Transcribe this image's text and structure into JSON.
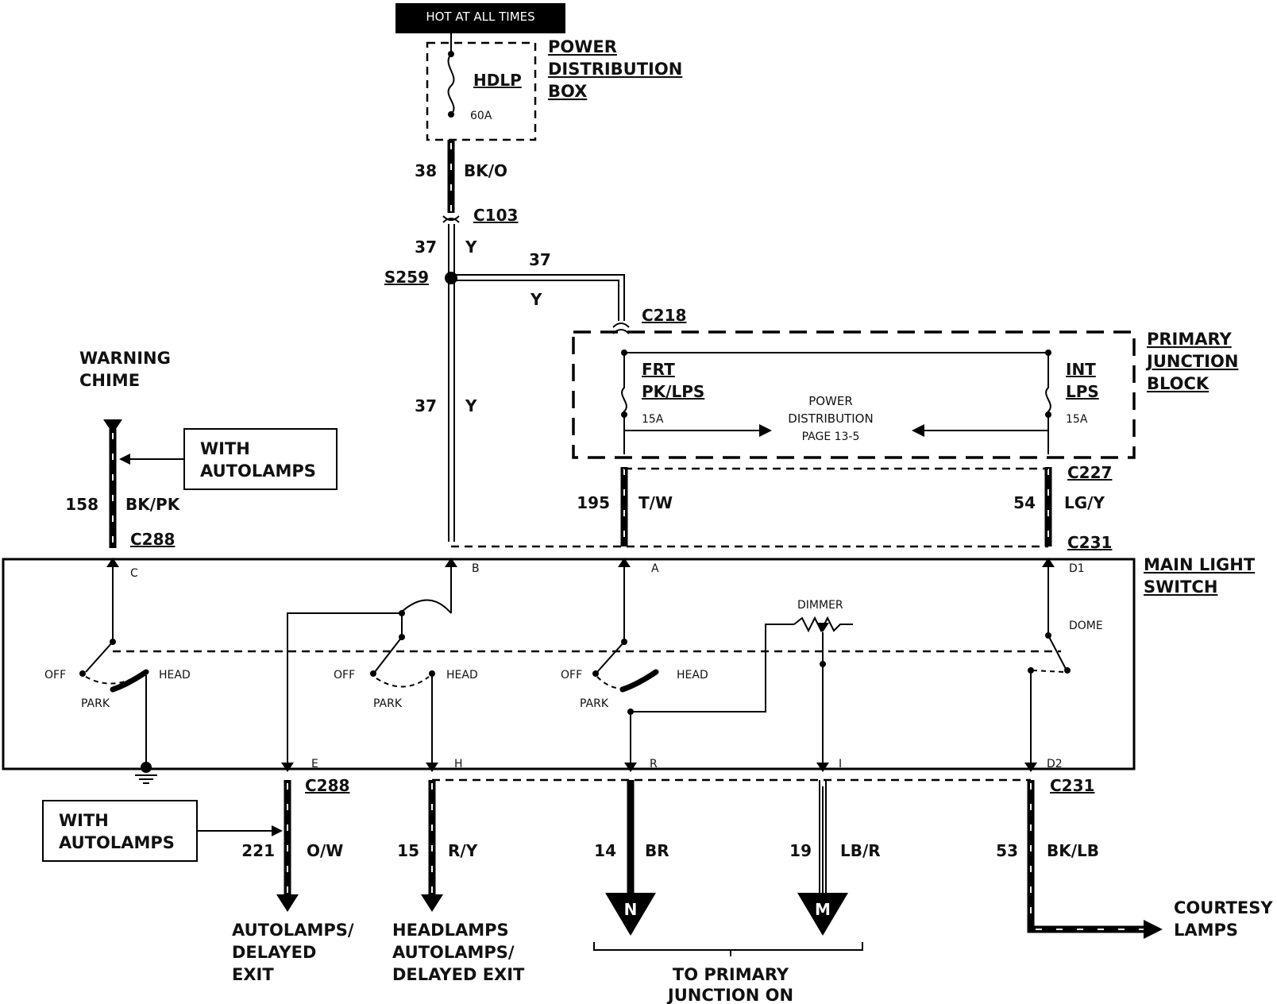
{
  "title_banner": "HOT AT ALL TIMES",
  "power_dist_box": {
    "label_1": "POWER",
    "label_2": "DISTRIBUTION",
    "label_3": "BOX",
    "fuse_name": "HDLP",
    "fuse_rating": "60A"
  },
  "wires": {
    "w38": {
      "num": "38",
      "color": "BK/O"
    },
    "w37a": {
      "num": "37",
      "color": "Y"
    },
    "w37b": {
      "num": "37",
      "color": "Y"
    },
    "w37c": {
      "num": "37",
      "color": "Y"
    },
    "w158": {
      "num": "158",
      "color": "BK/PK"
    },
    "w195": {
      "num": "195",
      "color": "T/W"
    },
    "w54": {
      "num": "54",
      "color": "LG/Y"
    },
    "w221": {
      "num": "221",
      "color": "O/W"
    },
    "w15": {
      "num": "15",
      "color": "R/Y"
    },
    "w14": {
      "num": "14",
      "color": "BR"
    },
    "w19": {
      "num": "19",
      "color": "LB/R"
    },
    "w53": {
      "num": "53",
      "color": "BK/LB"
    }
  },
  "connectors": {
    "c103": "C103",
    "s259": "S259",
    "c218": "C218",
    "c227": "C227",
    "c231_top": "C231",
    "c288_top": "C288",
    "c288_bot": "C288",
    "c231_bot": "C231"
  },
  "primary_junction_block": {
    "label_1": "PRIMARY",
    "label_2": "JUNCTION",
    "label_3": "BLOCK",
    "fuse1_line1": "FRT",
    "fuse1_line2": "PK/LPS",
    "fuse1_rating": "15A",
    "fuse2_line1": "INT",
    "fuse2_line2": "LPS",
    "fuse2_rating": "15A",
    "power_dist_1": "POWER",
    "power_dist_2": "DISTRIBUTION",
    "power_dist_3": "PAGE 13-5"
  },
  "warning_chime": {
    "line1": "WARNING",
    "line2": "CHIME"
  },
  "with_autolamps_top": {
    "line1": "WITH",
    "line2": "AUTOLAMPS"
  },
  "with_autolamps_bot": {
    "line1": "WITH",
    "line2": "AUTOLAMPS"
  },
  "main_light_switch": {
    "label_1": "MAIN LIGHT",
    "label_2": "SWITCH",
    "pins_top": {
      "c": "C",
      "b": "B",
      "a": "A",
      "d1": "D1"
    },
    "pins_bot": {
      "e": "E",
      "h": "H",
      "r": "R",
      "i": "I",
      "d2": "D2"
    },
    "sw1": {
      "off": "OFF",
      "park": "PARK",
      "head": "HEAD"
    },
    "sw2": {
      "off": "OFF",
      "park": "PARK",
      "head": "HEAD"
    },
    "sw3": {
      "off": "OFF",
      "park": "PARK",
      "head": "HEAD"
    },
    "dimmer": "DIMMER",
    "dome": "DOME"
  },
  "connector_tags": {
    "n": "N",
    "m": "M"
  },
  "destinations": {
    "autolamps_1": "AUTOLAMPS/",
    "autolamps_2": "DELAYED",
    "autolamps_3": "EXIT",
    "headlamps_1": "HEADLAMPS",
    "headlamps_2": "AUTOLAMPS/",
    "headlamps_3": "DELAYED EXIT",
    "primary_1": "TO PRIMARY",
    "primary_2": "JUNCTION ON",
    "courtesy_1": "COURTESY",
    "courtesy_2": "LAMPS"
  }
}
